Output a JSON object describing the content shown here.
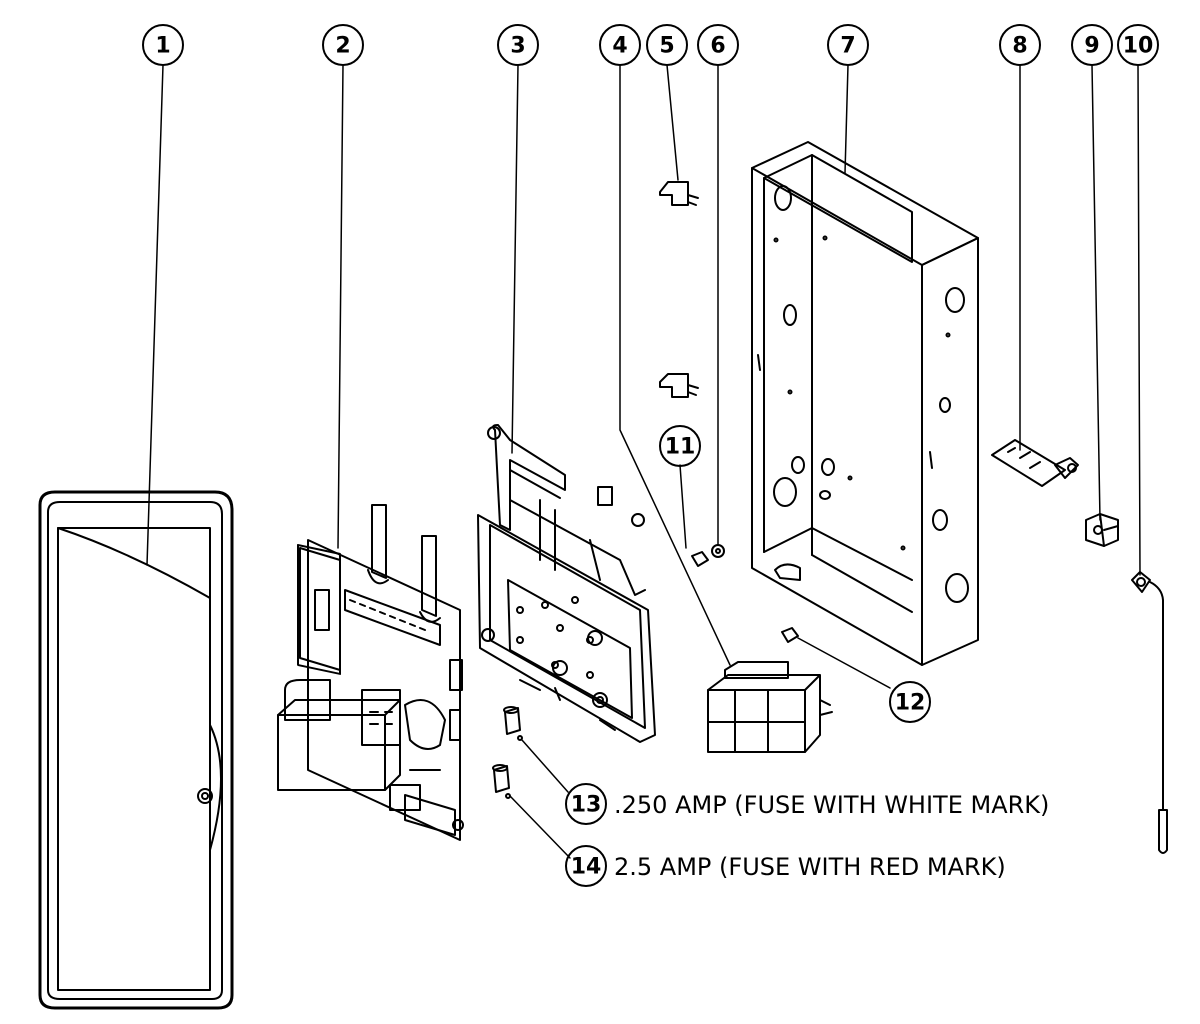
{
  "callouts": [
    {
      "num": "1"
    },
    {
      "num": "2"
    },
    {
      "num": "3"
    },
    {
      "num": "4"
    },
    {
      "num": "5"
    },
    {
      "num": "6"
    },
    {
      "num": "7"
    },
    {
      "num": "8"
    },
    {
      "num": "9"
    },
    {
      "num": "10"
    },
    {
      "num": "11"
    },
    {
      "num": "12"
    },
    {
      "num": "13"
    },
    {
      "num": "14"
    }
  ],
  "notes": {
    "fuse_13": ".250 AMP (FUSE WITH WHITE MARK)",
    "fuse_14": "2.5 AMP (FUSE WITH RED MARK)"
  },
  "colors": {
    "ink": "#000000",
    "paper": "#ffffff"
  }
}
